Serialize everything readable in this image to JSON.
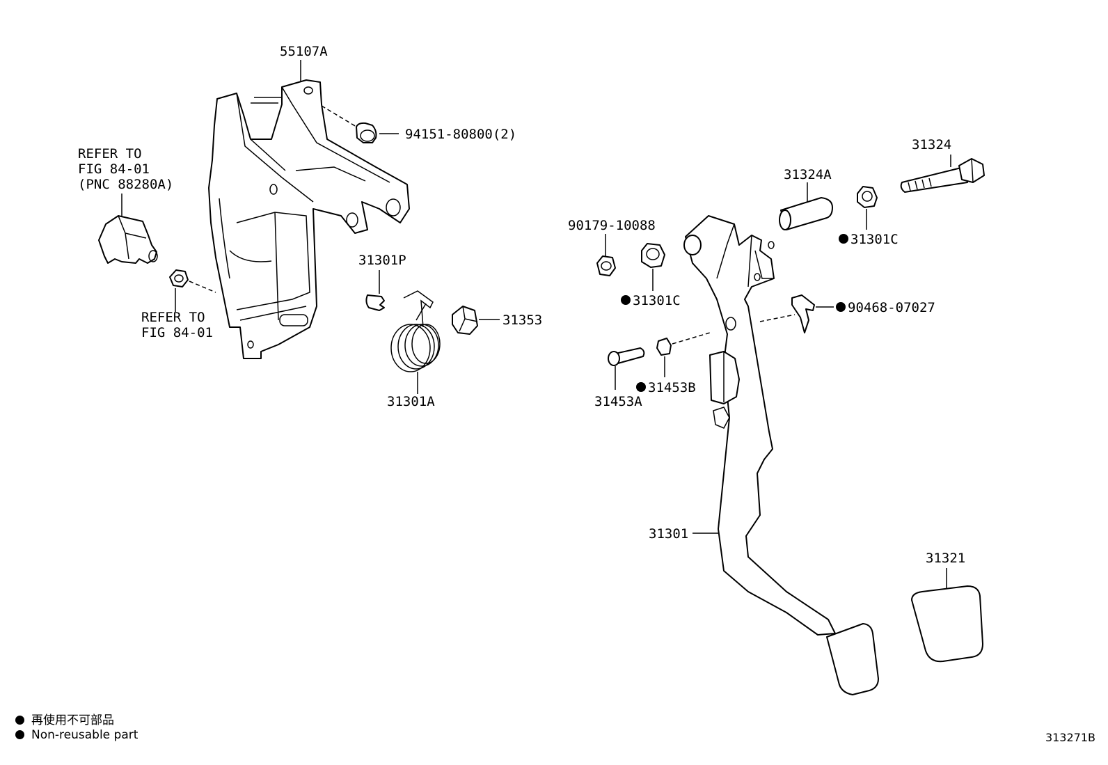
{
  "labels": {
    "bracket": "55107A",
    "bracket_nut": "94151-80800(2)",
    "switch_ref_1": "REFER TO",
    "switch_ref_2": "FIG 84-01",
    "switch_ref_3": "(PNC 88280A)",
    "nut_ref_1": "REFER TO",
    "nut_ref_2": "FIG 84-01",
    "clip": "31301P",
    "spring": "31301A",
    "stopper": "31353",
    "nut_90179": "90179-10088",
    "bushing_left": "31301C",
    "collar": "31324A",
    "bolt": "31324",
    "bushing_right": "31301C",
    "clip_90468": "90468-07027",
    "pin": "31453A",
    "bushing_31453b": "31453B",
    "pedal_arm": "31301",
    "pedal_pad": "31321"
  },
  "legend": {
    "jp": "再使用不可部品",
    "en": "Non-reusable part"
  },
  "figure_id": "313271B"
}
